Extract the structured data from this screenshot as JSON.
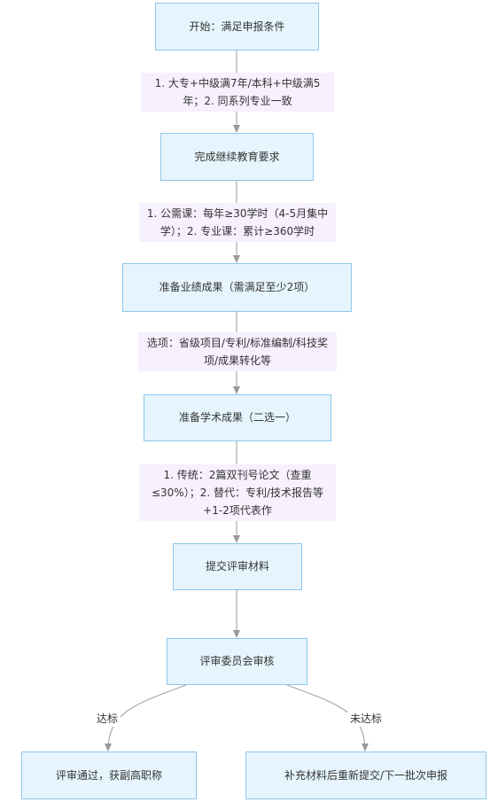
{
  "nodes": {
    "start": "开始：满足申报条件",
    "education": "完成继续教育要求",
    "achievements": "准备业绩成果（需满足至少2项）",
    "academic": "准备学术成果（二选一）",
    "submit": "提交评审材料",
    "review": "评审委员会审核",
    "pass": "评审通过，获副高职称",
    "fail": "补充材料后重新提交/下一批次申报"
  },
  "edge_labels": {
    "conditions": "1. 大专+中级满7年/本科+中级满5年；2. 同系列专业一致",
    "education_req": "1. 公需课：每年≥30学时（4-5月集中学）；2. 专业课：累计≥360学时",
    "options": "选项：省级项目/专利/标准编制/科技奖项/成果转化等",
    "academic_req": "1. 传统：2篇双刊号论文（查重≤30%）；2. 替代：专利/技术报告等+1-2项代表作"
  },
  "branches": {
    "pass": "达标",
    "fail": "未达标"
  },
  "colors": {
    "node_fill": "#e6f5fd",
    "node_border": "#8ec7ec",
    "label_fill": "#f7f0ff",
    "edge": "#999999"
  }
}
